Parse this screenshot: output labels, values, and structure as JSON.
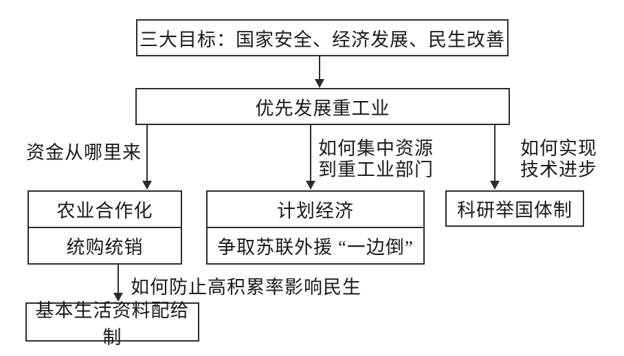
{
  "diagram": {
    "title_box": "三大目标：国家安全、经济发展、民生改善",
    "level2_box": "优先发展重工业",
    "edge_labels": {
      "funding": "资金从哪里来",
      "resources_line1": "如何集中资源",
      "resources_line2": "到重工业部门",
      "technology_line1": "如何实现",
      "technology_line2": "技术进步",
      "livelihood": "如何防止高积累率影响民生"
    },
    "funding_box": {
      "cell1": "农业合作化",
      "cell2": "统购统销"
    },
    "economy_box": {
      "cell1": "计划经济",
      "cell2": "争取苏联外援 “一边倒”"
    },
    "research_box": "科研举国体制",
    "rationing_box": "基本生活资料配给制",
    "colors": {
      "line": "#2b2b2b",
      "text": "#1a1a1a",
      "background": "#ffffff"
    }
  }
}
